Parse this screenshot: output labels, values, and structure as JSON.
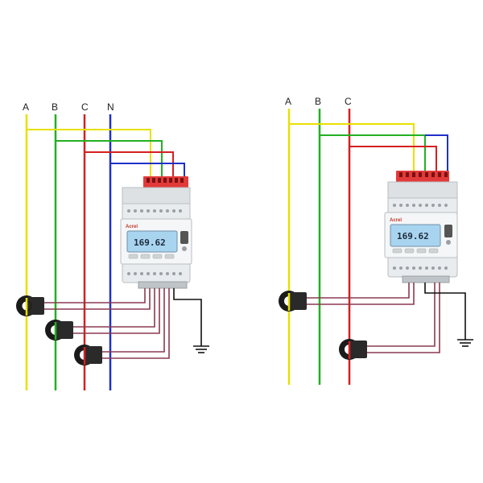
{
  "colors": {
    "phase_a": "#e8e000",
    "phase_b": "#22b022",
    "phase_c": "#d42020",
    "neutral": "#2030c8",
    "ct_lead": "#8a3a50",
    "ground": "#111111",
    "terminal_block": "#e23a3a",
    "lcd": "#a8d4f0"
  },
  "left_diagram": {
    "phase_labels": [
      "A",
      "B",
      "C",
      "N"
    ],
    "meter": {
      "brand": "Acrel",
      "reading": "169.62"
    }
  },
  "right_diagram": {
    "phase_labels": [
      "A",
      "B",
      "C"
    ],
    "meter": {
      "brand": "Acrel",
      "reading": "169.62"
    }
  }
}
